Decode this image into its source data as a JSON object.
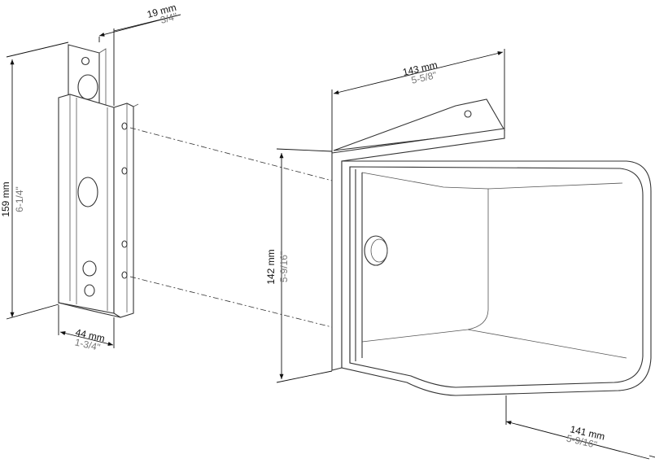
{
  "dimensions": {
    "bracket_depth": {
      "mm": "19 mm",
      "inch": "3/4\""
    },
    "bracket_height": {
      "mm": "159 mm",
      "inch": "6-1/4\""
    },
    "bracket_width": {
      "mm": "44 mm",
      "inch": "1-3/4\""
    },
    "box_width": {
      "mm": "143 mm",
      "inch": "5-5/8\""
    },
    "box_height": {
      "mm": "142 mm",
      "inch": "5-9/16\""
    },
    "box_depth": {
      "mm": "141 mm",
      "inch": "5-9/16\""
    }
  }
}
